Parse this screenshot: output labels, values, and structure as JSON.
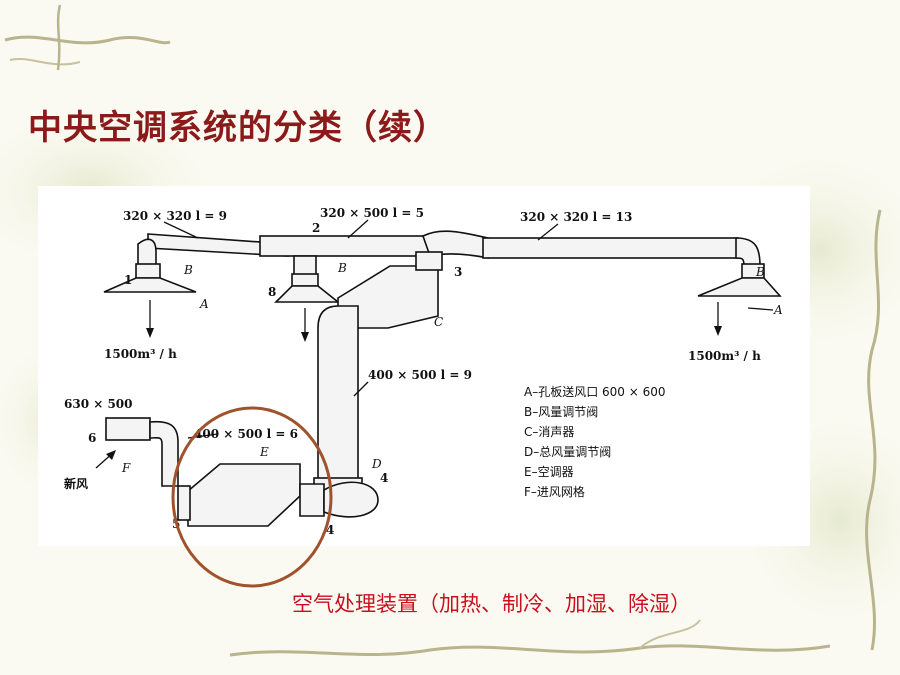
{
  "slide": {
    "title": "中央空调系统的分类（续）",
    "caption": "空气处理装置（加热、制冷、加湿、除湿）",
    "accent_title_color": "#8b1a1a",
    "accent_caption_color": "#c8101e",
    "highlight_ellipse_color": "#a0522d"
  },
  "diagram": {
    "duct_labels": {
      "d1": "320 × 320  l = 9",
      "d2": "320 × 500  l = 5",
      "d3": "320 × 320  l = 13",
      "d4": "400 × 500  l = 9",
      "d5": "630 × 500",
      "d6": "400 × 500  l = 6"
    },
    "flow_labels": {
      "left": "1500m³ / h",
      "right": "1500m³ / h"
    },
    "new_air": "新风",
    "numbers": [
      "1",
      "2",
      "3",
      "4",
      "4",
      "5",
      "6",
      "8"
    ],
    "letters": {
      "A": "A",
      "B": "B",
      "C": "C",
      "D": "D",
      "E": "E",
      "F": "F"
    },
    "legend": [
      "A–孔板送风口  600 × 600",
      "B–风量调节阀",
      "C–消声器",
      "D–总风量调节阀",
      "E–空调器",
      "F–进风网格"
    ]
  }
}
